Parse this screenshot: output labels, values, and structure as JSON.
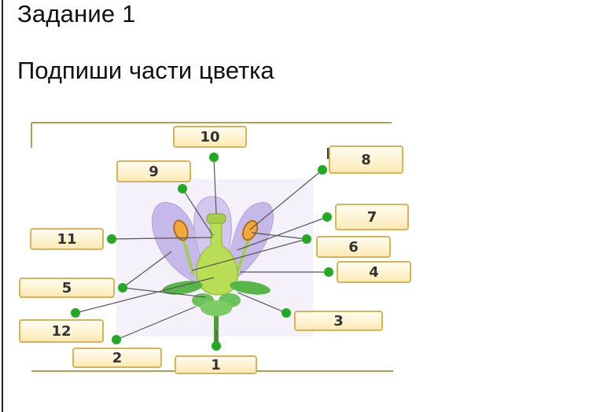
{
  "header": {
    "title": "Задание 1",
    "subtitle": "Подпиши части цветка"
  },
  "diagram": {
    "labels": [
      "10",
      "9",
      "8",
      "7",
      "11",
      "6",
      "4",
      "5",
      "3",
      "12",
      "2",
      "1"
    ]
  },
  "colors": {
    "box_border": "#d9b35a",
    "pin": "#22aa22",
    "petal": "#c7b8ea",
    "pistil": "#b9dd55",
    "leaf": "#58b548"
  }
}
